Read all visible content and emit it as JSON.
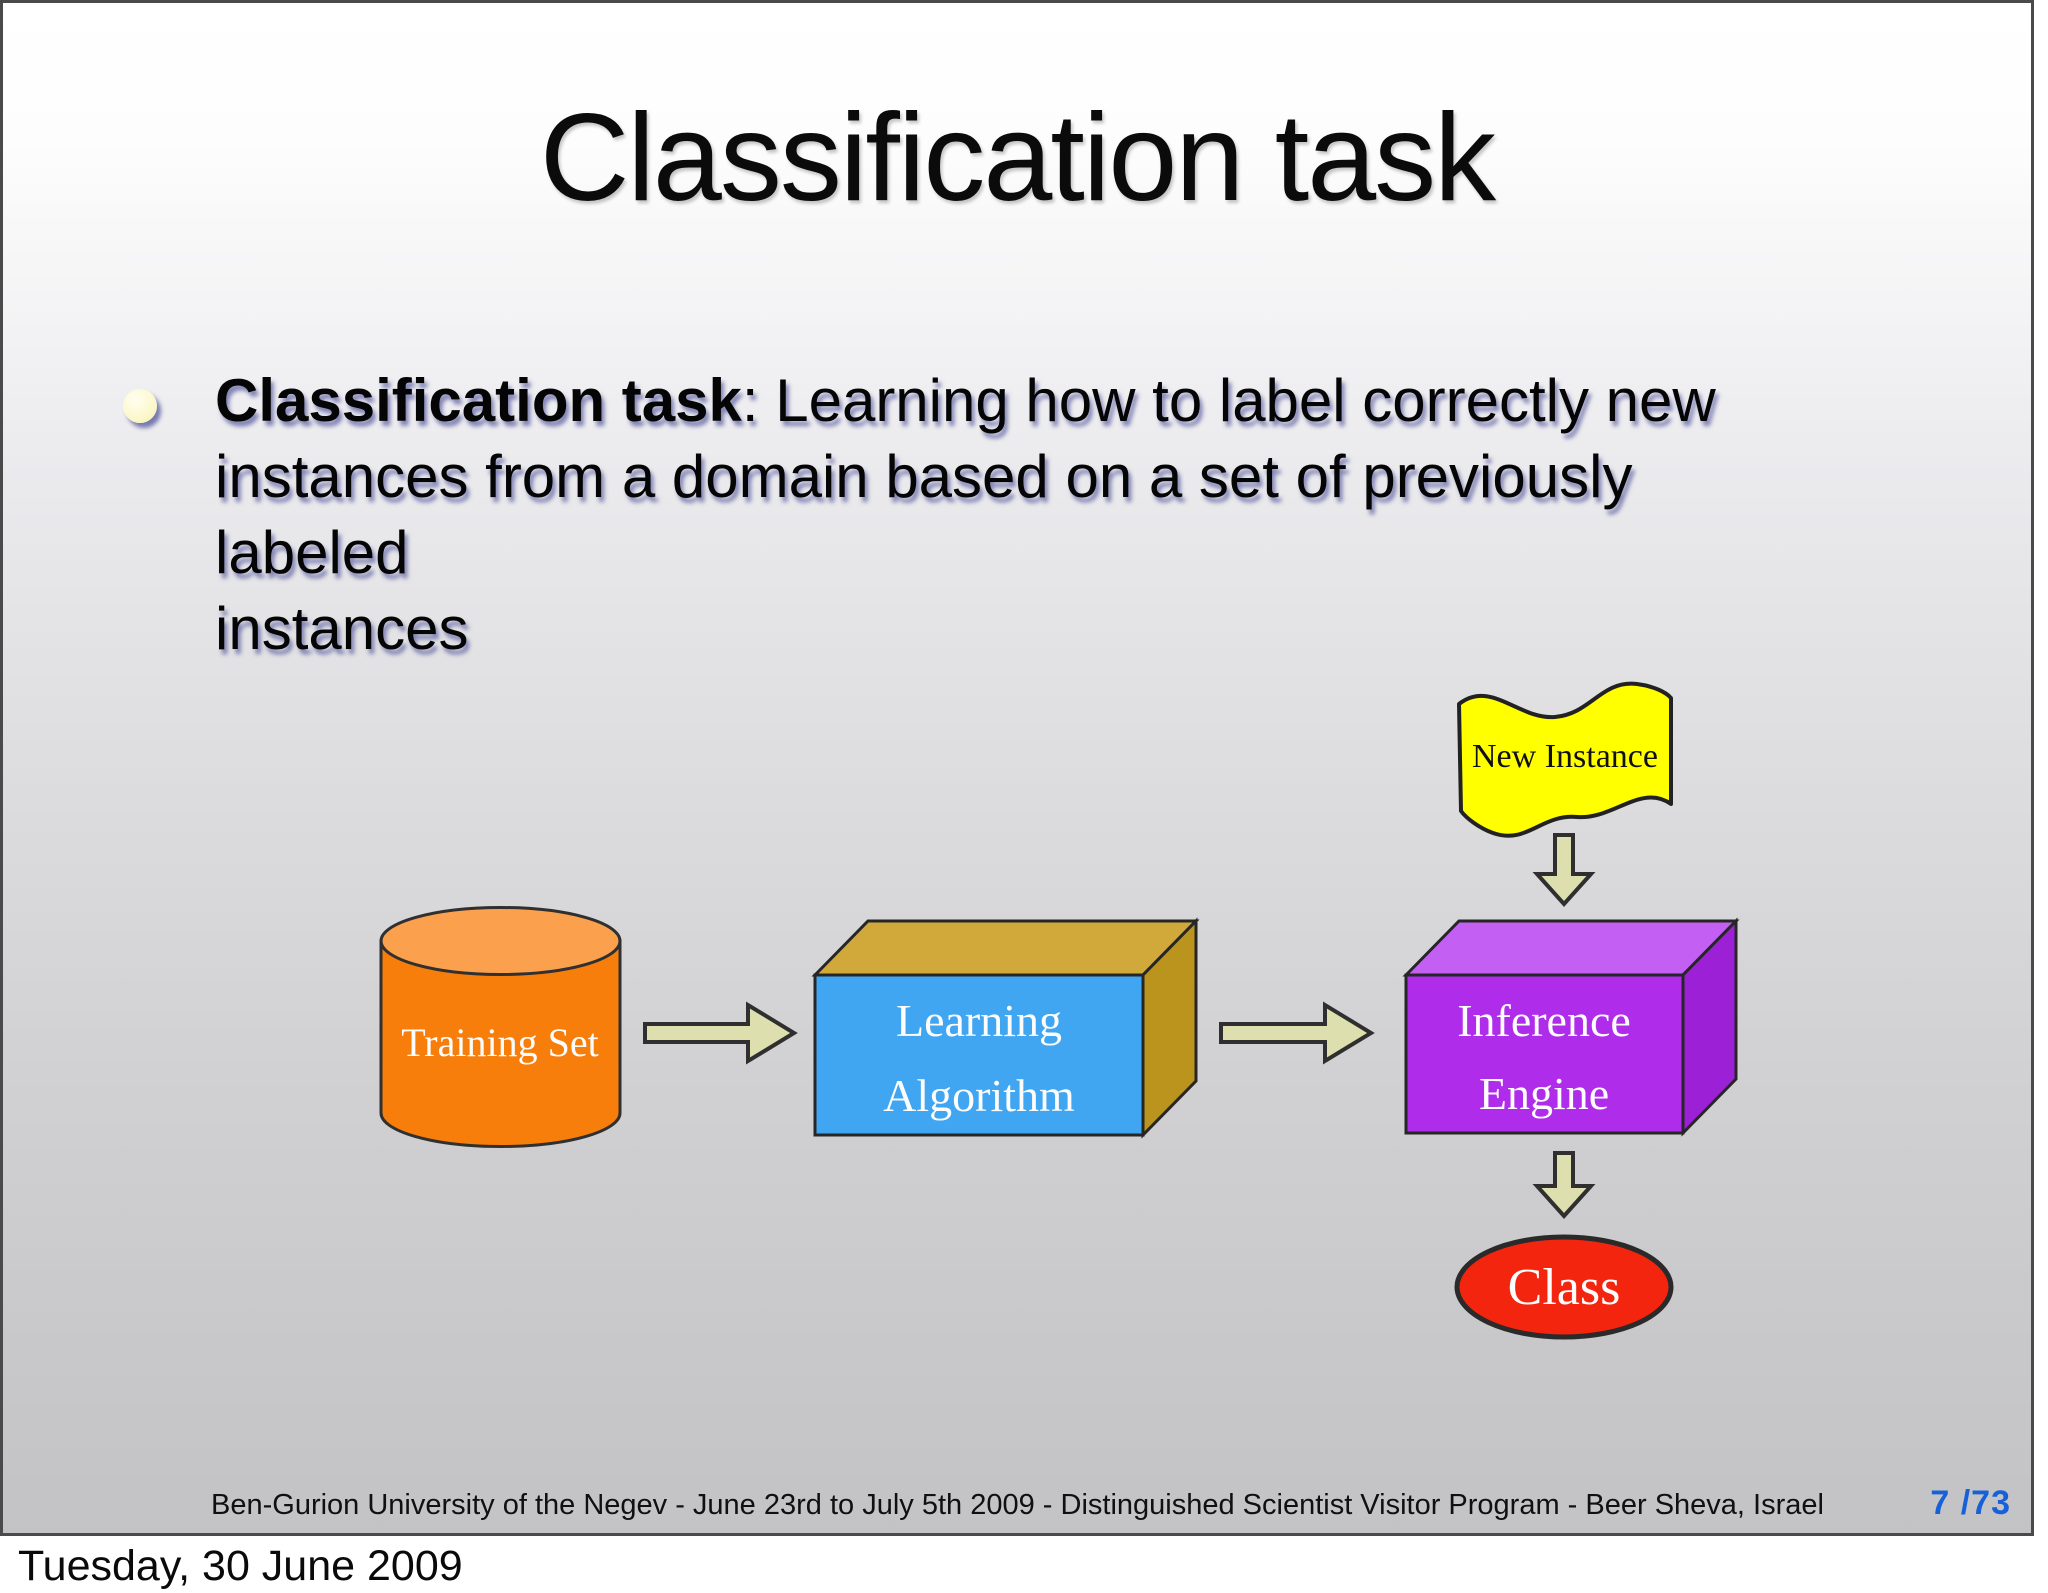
{
  "slide": {
    "title": "Classification task",
    "bullet": {
      "bold": "Classification task",
      "line1_rest": ": Learning how to label correctly new",
      "line2": "instances from a domain based on a set of previously labeled",
      "line3": "instances"
    },
    "footer": {
      "text": "Ben-Gurion University of the Negev - June 23rd to July 5th 2009 -  Distinguished Scientist Visitor Program - Beer Sheva, Israel",
      "page": "7 /73"
    }
  },
  "status_bar": {
    "date": "Tuesday, 30 June 2009"
  },
  "diagram": {
    "type": "flowchart",
    "arrow": {
      "fill": "#dde0ae",
      "stroke": "#2f2f2f"
    },
    "nodes": {
      "training_set": {
        "label": "Training Set",
        "shape": "cylinder",
        "body_fill": "#f87e0c",
        "top_fill": "#fba14e"
      },
      "learning_algorithm": {
        "label_line1": "Learning",
        "label_line2": "Algorithm",
        "shape": "box3d",
        "front_fill": "#41a6f1",
        "top_fill": "#d1a93b",
        "side_fill": "#ba941d"
      },
      "inference_engine": {
        "label_line1": "Inference",
        "label_line2": "Engine",
        "shape": "box3d",
        "front_fill": "#af2ceb",
        "top_fill": "#c45ff3",
        "side_fill": "#9c20d5"
      },
      "new_instance": {
        "label": "New Instance",
        "shape": "wave-flag",
        "fill": "#ffff00"
      },
      "class": {
        "label": "Class",
        "shape": "ellipse",
        "fill": "#f3250f"
      }
    },
    "edges": [
      "training_set -> learning_algorithm",
      "learning_algorithm -> inference_engine",
      "new_instance -> inference_engine",
      "inference_engine -> class"
    ]
  }
}
